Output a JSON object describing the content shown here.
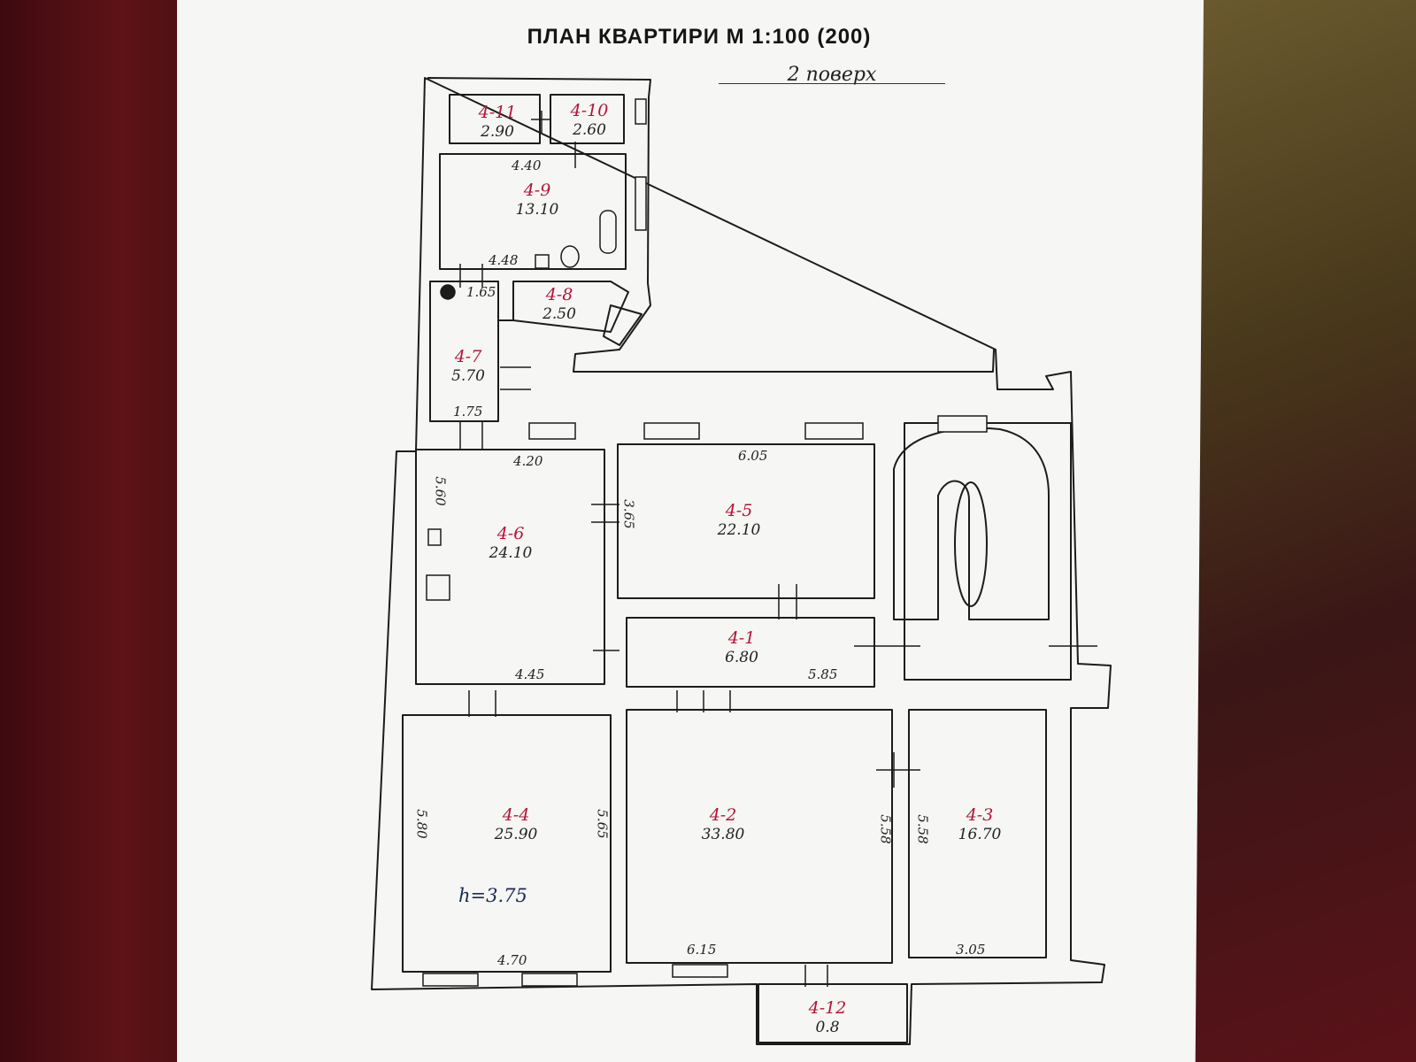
{
  "title": "ПЛАН КВАРТИРИ М 1:100 (200)",
  "floor_note": "2 поверх",
  "rooms": [
    {
      "id": "4-1",
      "area": "6.80"
    },
    {
      "id": "4-2",
      "area": "33.80"
    },
    {
      "id": "4-3",
      "area": "16.70"
    },
    {
      "id": "4-4",
      "area": "25.90"
    },
    {
      "id": "4-5",
      "area": "22.10"
    },
    {
      "id": "4-6",
      "area": "24.10"
    },
    {
      "id": "4-7",
      "area": "5.70"
    },
    {
      "id": "4-8",
      "area": "2.50"
    },
    {
      "id": "4-9",
      "area": "13.10"
    },
    {
      "id": "4-10",
      "area": "2.60"
    },
    {
      "id": "4-11",
      "area": "2.90"
    },
    {
      "id": "4-12",
      "area": "0.8"
    }
  ],
  "dimensions": {
    "r9_top": "4.40",
    "r9_bottom": "4.48",
    "r8_left": "1.65",
    "r7_bottom": "1.75",
    "r6_top": "4.20",
    "r6_side": "5.60",
    "r6_bottom": "4.45",
    "r5_top": "6.05",
    "r5_side": "3.65",
    "r1_bottom": "5.85",
    "r4_left": "5.80",
    "r4_right": "5.65",
    "r4_bottom": "4.70",
    "r2_bottom": "6.15",
    "r2_right": "5.58",
    "r3_left": "5.58",
    "r3_bottom": "3.05"
  },
  "ceiling_height": "h=3.75",
  "colors": {
    "room_id": "#b3143a",
    "ink": "#1c1c1c",
    "paper": "#f6f6f4"
  }
}
